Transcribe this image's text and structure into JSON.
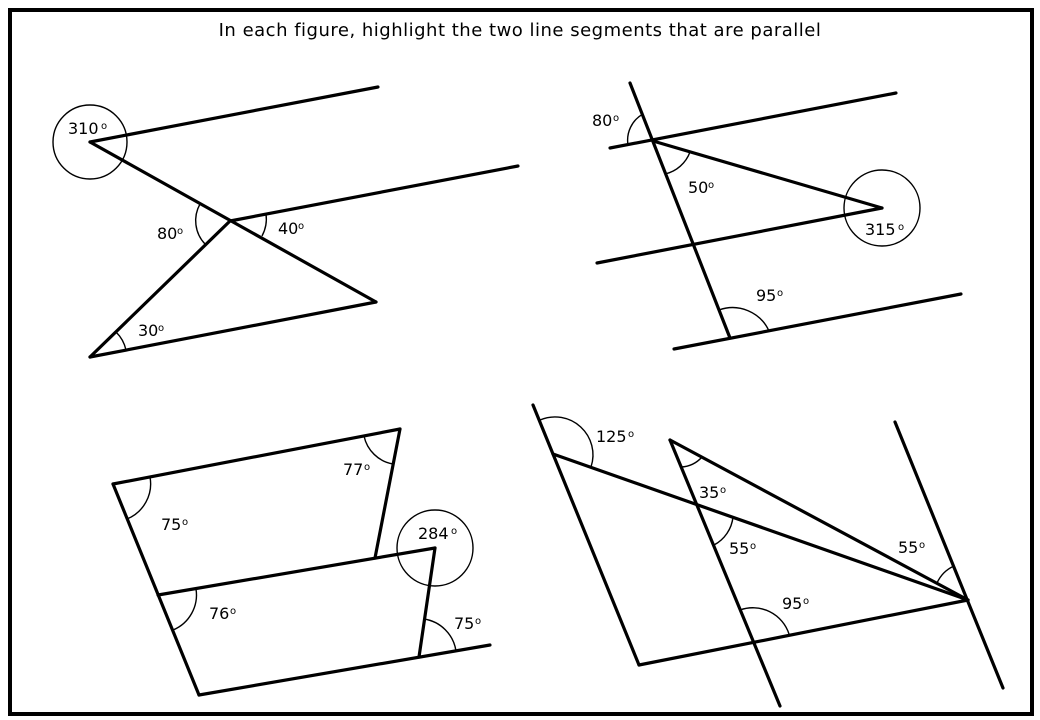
{
  "header": {
    "instruction": "In each figure, highlight the two line segments that are parallel"
  },
  "figures": [
    {
      "id": "figure-1",
      "angles": [
        {
          "value": "310",
          "unit": "o"
        },
        {
          "value": "80",
          "unit": "o"
        },
        {
          "value": "40",
          "unit": "o"
        },
        {
          "value": "30",
          "unit": "o"
        }
      ]
    },
    {
      "id": "figure-2",
      "angles": [
        {
          "value": "80",
          "unit": "o"
        },
        {
          "value": "50",
          "unit": "o"
        },
        {
          "value": "315",
          "unit": "o"
        },
        {
          "value": "95",
          "unit": "o"
        }
      ]
    },
    {
      "id": "figure-3",
      "angles": [
        {
          "value": "77",
          "unit": "o"
        },
        {
          "value": "75",
          "unit": "o"
        },
        {
          "value": "284",
          "unit": "o"
        },
        {
          "value": "76",
          "unit": "o"
        },
        {
          "value": "75",
          "unit": "o"
        }
      ]
    },
    {
      "id": "figure-4",
      "angles": [
        {
          "value": "125",
          "unit": "o"
        },
        {
          "value": "35",
          "unit": "o"
        },
        {
          "value": "55",
          "unit": "o"
        },
        {
          "value": "55",
          "unit": "o"
        },
        {
          "value": "95",
          "unit": "o"
        }
      ]
    }
  ]
}
